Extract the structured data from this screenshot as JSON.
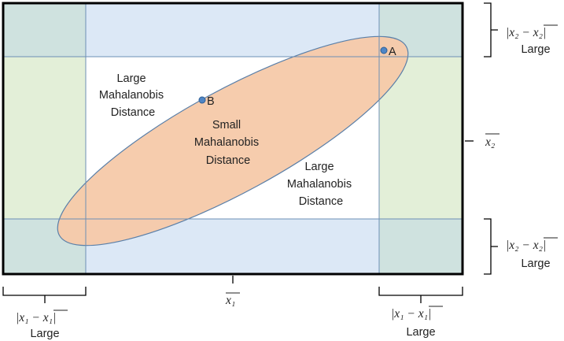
{
  "regions": {
    "large_top_left": [
      "Large",
      "Mahalanobis",
      "Distance"
    ],
    "small_center": [
      "Small",
      "Mahalanobis",
      "Distance"
    ],
    "large_bottom_right": [
      "Large",
      "Mahalanobis",
      "Distance"
    ]
  },
  "points": [
    {
      "id": "A",
      "label": "A"
    },
    {
      "id": "B",
      "label": "B"
    }
  ],
  "right_labels": {
    "top_expr_abs": "|x₂ − x₂|",
    "top_caption": "Large",
    "mean_x2": "x₂",
    "bottom_expr_abs": "|x₂ − x₂|",
    "bottom_caption": "Large"
  },
  "bottom_labels": {
    "left_expr_abs": "|x₁ − x₁|",
    "left_caption": "Large",
    "mean_x1": "x₁",
    "right_expr_abs": "|x₁ − x₁|",
    "right_caption": "Large"
  },
  "colors": {
    "blue_band": "#dce8f6",
    "green_band": "#e3efd8",
    "corner": "#cfe2df",
    "ellipse_fill": "#f6c9a9",
    "ellipse_stroke": "#5a7fa8",
    "point": "#4f86c6",
    "frame": "#000000"
  }
}
